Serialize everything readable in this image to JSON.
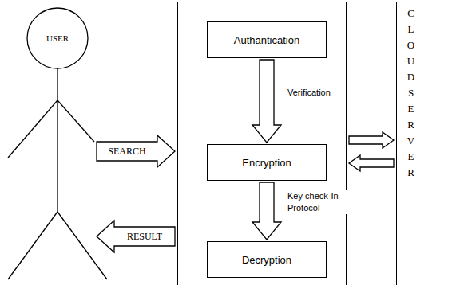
{
  "diagram": {
    "nodes": [
      {
        "text": [
          "USER"
        ]
      },
      {
        "text": []
      },
      {
        "text": [
          "Authantication"
        ],
        "in": 1
      },
      {
        "text": [
          "Encryption"
        ],
        "in": 1
      },
      {
        "text": [
          "Decryption"
        ],
        "in": 1
      },
      {
        "text": [
          "CLOUD SERVER"
        ]
      }
    ],
    "edges": [
      {
        "from": 0,
        "to": 1,
        "label": "SEARCH",
        "arrow": "to"
      },
      {
        "from": 1,
        "to": 0,
        "label": "RESULT",
        "arrow": "to"
      },
      {
        "from": 2,
        "to": 3,
        "label": "Verification",
        "arrow": "to"
      },
      {
        "from": 3,
        "to": 4,
        "label": "Key check-In Protocol",
        "arrow": "to"
      },
      {
        "from": 1,
        "to": 5,
        "arrow": "to"
      },
      {
        "from": 5,
        "to": 1,
        "arrow": "to"
      }
    ]
  }
}
